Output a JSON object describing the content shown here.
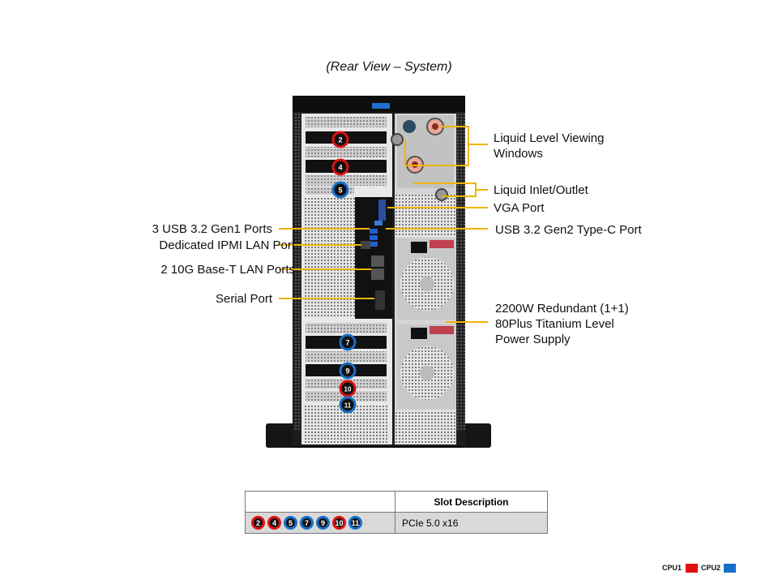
{
  "title": "(Rear View – System)",
  "colors": {
    "cpu1": "#e01010",
    "cpu2": "#1670c8",
    "callout": "#f0b400"
  },
  "slot_badges": {
    "s2": "2",
    "s4": "4",
    "s5": "5",
    "s7": "7",
    "s9": "9",
    "s10": "10",
    "s11": "11"
  },
  "callouts": {
    "liquid_level": [
      "Liquid Level Viewing",
      "Windows"
    ],
    "liquid_inlet": "Liquid Inlet/Outlet",
    "vga": "VGA Port",
    "usb_c": "USB 3.2 Gen2 Type-C Port",
    "usb_a": "3 USB 3.2 Gen1 Ports",
    "ipmi": "Dedicated IPMI  LAN Port",
    "lan": "2 10G Base-T LAN Ports",
    "serial": "Serial Port",
    "psu": [
      "2200W Redundant  (1+1)",
      "80Plus Titanium  Level",
      "Power Supply"
    ]
  },
  "table": {
    "header": "Slot Description",
    "slots": [
      {
        "label": "2",
        "cpu": "cpu1"
      },
      {
        "label": "4",
        "cpu": "cpu1"
      },
      {
        "label": "5",
        "cpu": "cpu2"
      },
      {
        "label": "7",
        "cpu": "cpu2"
      },
      {
        "label": "9",
        "cpu": "cpu2"
      },
      {
        "label": "10",
        "cpu": "cpu1"
      },
      {
        "label": "11",
        "cpu": "cpu2"
      }
    ],
    "description": "PCIe 5.0 x16"
  },
  "legend": {
    "cpu1": "CPU1",
    "cpu2": "CPU2"
  }
}
